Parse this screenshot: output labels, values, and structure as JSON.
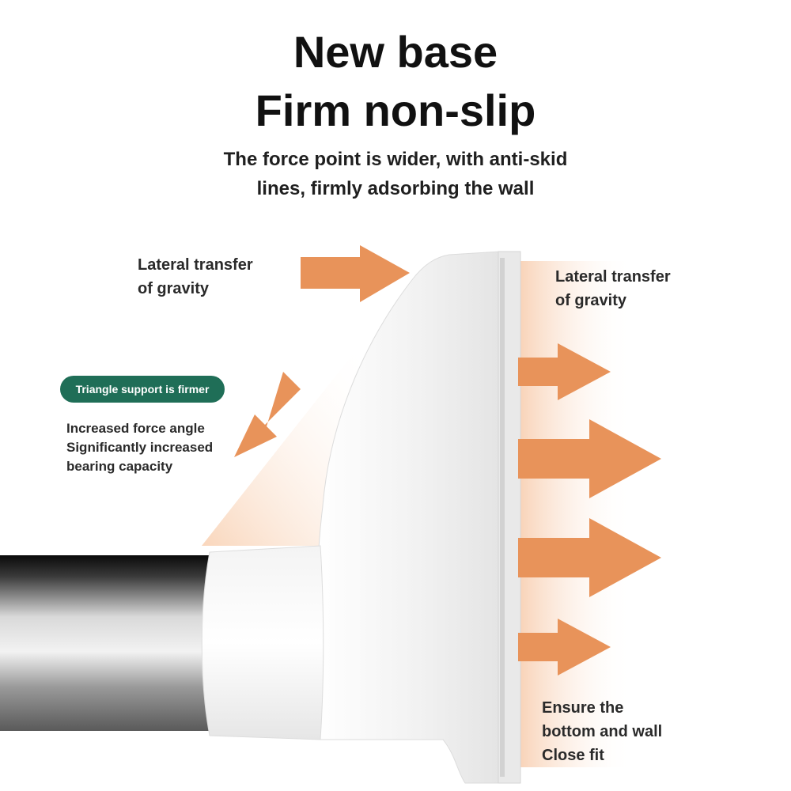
{
  "heading": {
    "line1": "New base",
    "line2": "Firm non-slip"
  },
  "subheading": {
    "line1": "The force point is wider, with anti-skid",
    "line2": "lines, firmly adsorbing the wall"
  },
  "callouts": {
    "top_left": {
      "line1": "Lateral transfer",
      "line2": "of gravity"
    },
    "top_right": {
      "line1": "Lateral transfer",
      "line2": "of gravity"
    },
    "badge": "Triangle support is firmer",
    "left_block": {
      "line1": "Increased force angle",
      "line2": "Significantly increased",
      "line3": "bearing capacity"
    },
    "bottom_right": {
      "line1": "Ensure the",
      "line2": "bottom and wall",
      "line3": "Close fit"
    }
  },
  "colors": {
    "arrow": "#e8935a",
    "badge_bg": "#1f6e57",
    "base_white": "#f3f3f3"
  }
}
